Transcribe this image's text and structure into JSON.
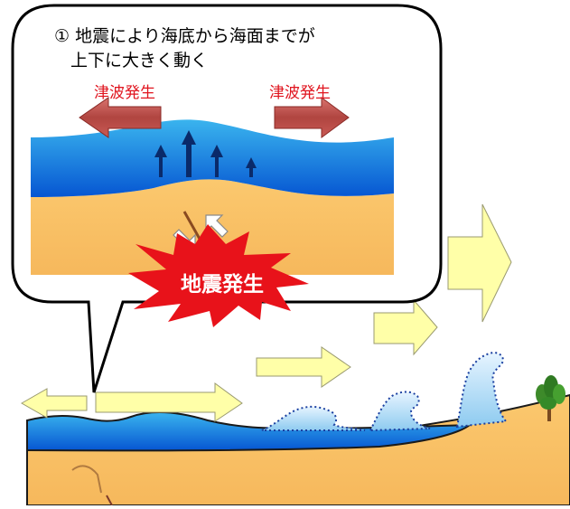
{
  "callout": {
    "step_text_line1": "① 地震により海底から海面までが",
    "step_text_line2": "上下に大きく動く"
  },
  "labels": {
    "tsunami_left": "津波発生",
    "tsunami_right": "津波発生",
    "earthquake": "地震発生"
  },
  "colors": {
    "sea_top": "#2aa8e8",
    "sea_bottom": "#0a5ed6",
    "seabed": "#f8c26a",
    "red_arrow": "#c0504d",
    "burst": "#e8121a",
    "yellow_arrow": "#ffffa8",
    "label_red": "#e0141e",
    "up_arrow": "#0a2a6a"
  }
}
